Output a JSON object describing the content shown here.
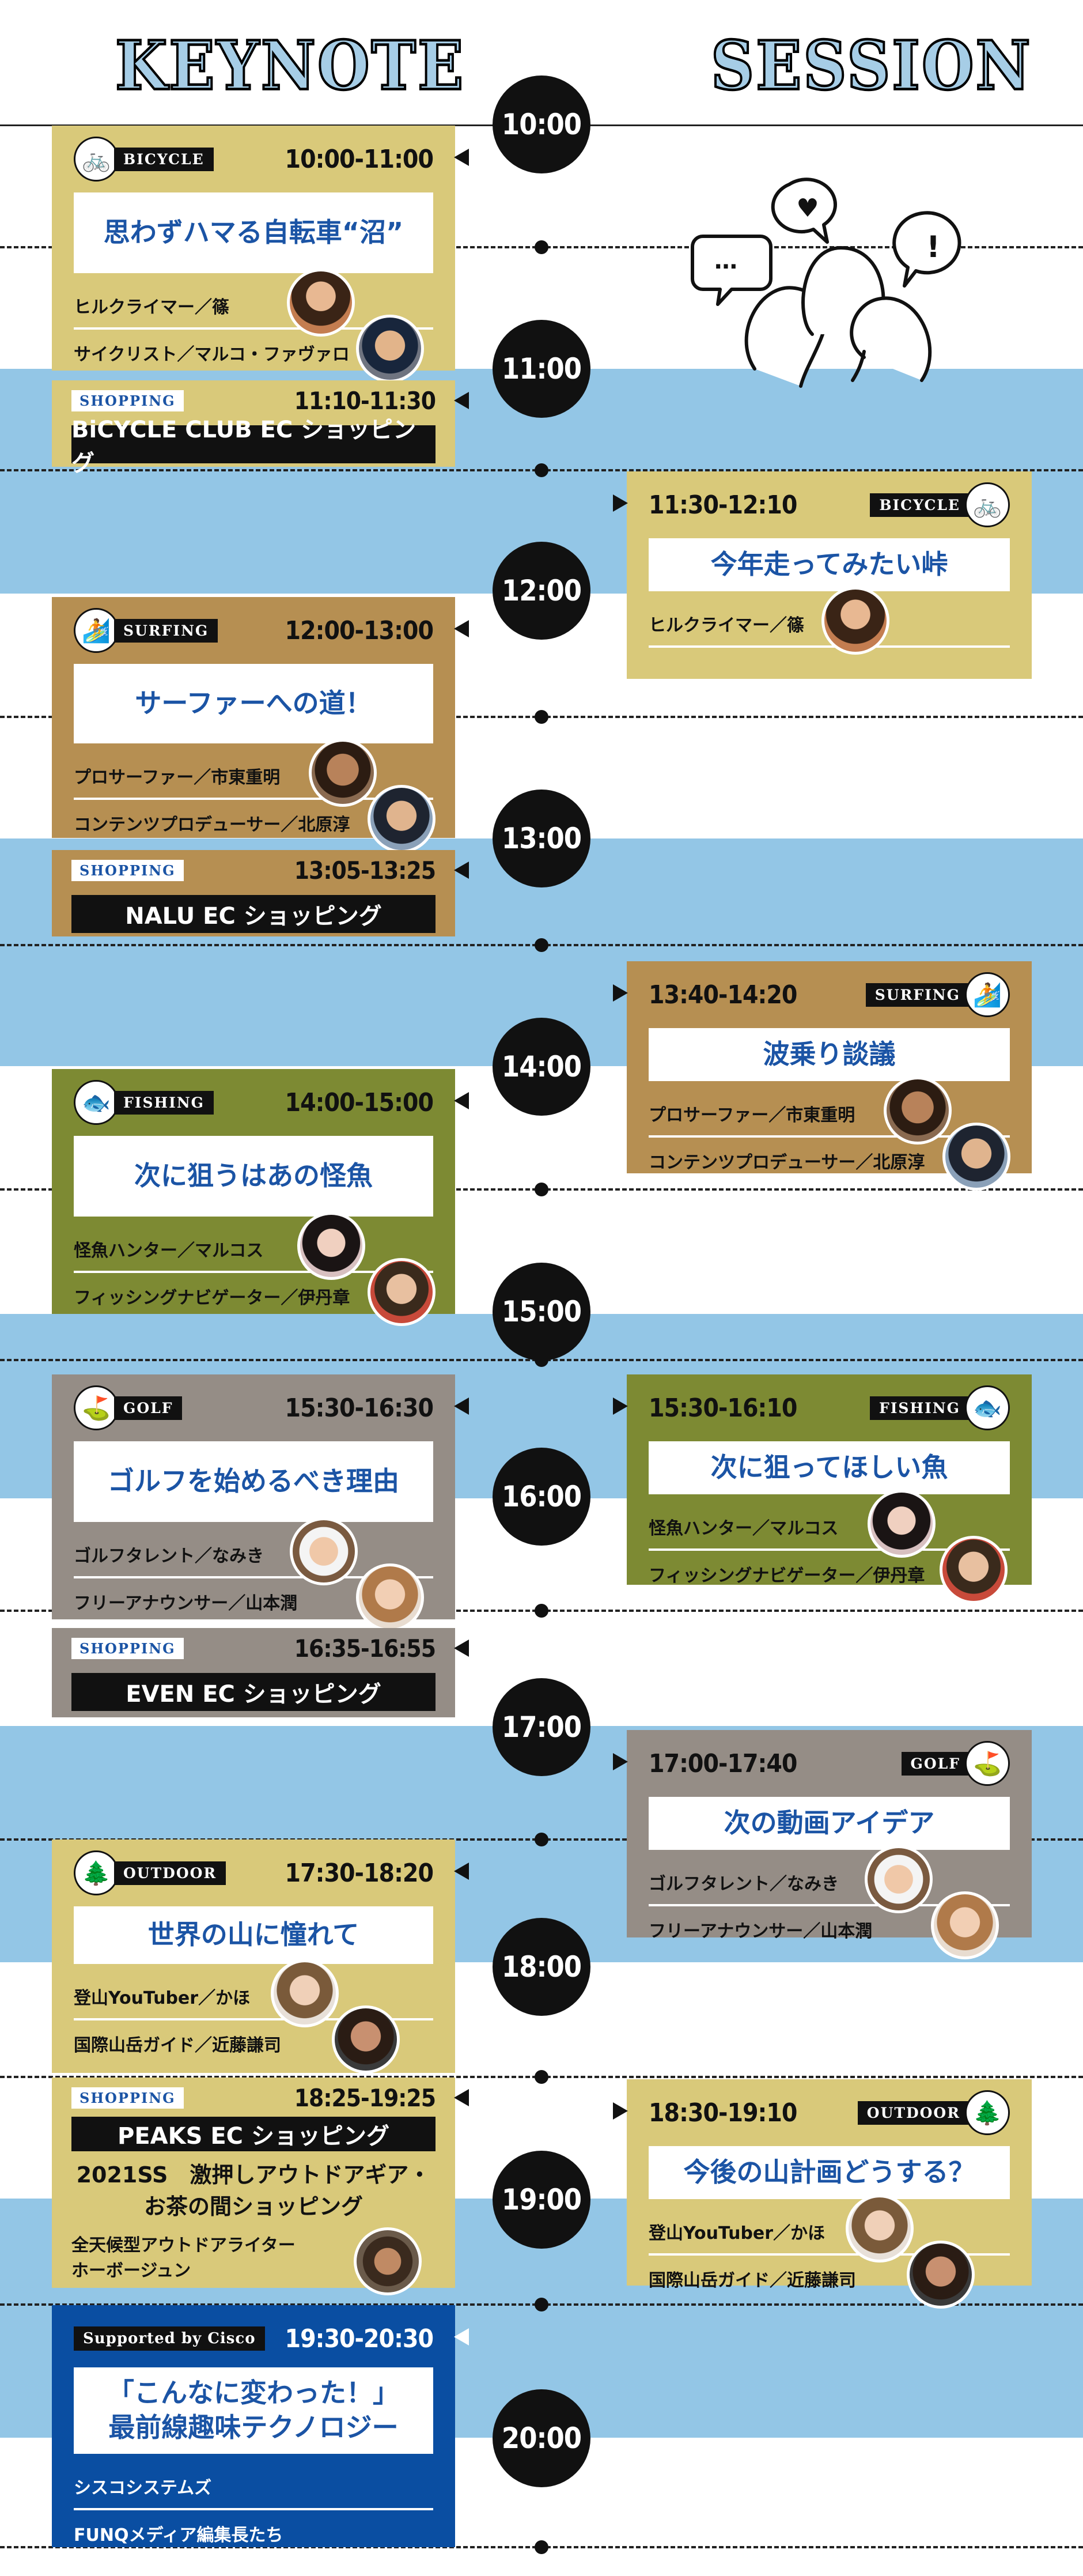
{
  "headings": {
    "keynote": "KEYNOTE",
    "session": "SESSION"
  },
  "times": [
    "10:00",
    "11:00",
    "12:00",
    "13:00",
    "14:00",
    "15:00",
    "16:00",
    "17:00",
    "18:00",
    "19:00",
    "20:00"
  ],
  "colors": {
    "bicycle": "#d9c97a",
    "surfing": "#b68f52",
    "fishing": "#7d8a33",
    "golf": "#958d86",
    "outdoor": "#d9c97a",
    "cisco": "#0a4ea2",
    "band": "#93c6e6"
  },
  "keynote": [
    {
      "category": "BICYCLE",
      "icon": "bicycle-icon",
      "time": "10:00-11:00",
      "title": "思わずハマる自転車“沼”",
      "speakers": [
        "ヒルクライマー／篠",
        "サイクリスト／マルコ・ファヴァロ"
      ]
    },
    {
      "category": "SURFING",
      "icon": "surfer-icon",
      "time": "12:00-13:00",
      "title": "サーファーへの道！",
      "speakers": [
        "プロサーファー／市東重明",
        "コンテンツプロデューサー／北原淳"
      ]
    },
    {
      "category": "FISHING",
      "icon": "fish-icon",
      "time": "14:00-15:00",
      "title": "次に狙うはあの怪魚",
      "speakers": [
        "怪魚ハンター／マルコス",
        "フィッシングナビゲーター／伊丹章"
      ]
    },
    {
      "category": "GOLF",
      "icon": "golf-icon",
      "time": "15:30-16:30",
      "title": "ゴルフを始めるべき理由",
      "speakers": [
        "ゴルフタレント／なみき",
        "フリーアナウンサー／山本潤"
      ]
    },
    {
      "category": "OUTDOOR",
      "icon": "tree-icon",
      "time": "17:30-18:20",
      "title": "世界の山に憧れて",
      "speakers": [
        "登山YouTuber／かほ",
        "国際山岳ガイド／近藤謙司"
      ]
    },
    {
      "category": "Supported by Cisco",
      "time": "19:30-20:30",
      "title1": "「こんなに変わった！」",
      "title2": "最前線趣味テクノロジー",
      "speakers": [
        "シスコシステムズ",
        "FUNQメディア編集長たち"
      ]
    }
  ],
  "shopping": [
    {
      "label": "SHOPPING",
      "time": "11:10-11:30",
      "bar": "BiCYCLE CLUB EC ショッピング"
    },
    {
      "label": "SHOPPING",
      "time": "13:05-13:25",
      "bar": "NALU EC ショッピング"
    },
    {
      "label": "SHOPPING",
      "time": "16:35-16:55",
      "bar": "EVEN EC ショッピング"
    },
    {
      "label": "SHOPPING",
      "time": "18:25-19:25",
      "bar": "PEAKS EC ショッピング",
      "line1": "2021SS　激押しアウトドアギア・",
      "line2": "お茶の間ショッピング",
      "person1": "全天候型アウトドアライター",
      "person2": "ホーボージュン"
    }
  ],
  "session": [
    {
      "category": "BICYCLE",
      "icon": "bicycle-icon",
      "time": "11:30-12:10",
      "title": "今年走ってみたい峠",
      "speakers": [
        "ヒルクライマー／篠"
      ]
    },
    {
      "category": "SURFING",
      "icon": "surfer-icon",
      "time": "13:40-14:20",
      "title": "波乗り談議",
      "speakers": [
        "プロサーファー／市東重明",
        "コンテンツプロデューサー／北原淳"
      ]
    },
    {
      "category": "FISHING",
      "icon": "fish-icon",
      "time": "15:30-16:10",
      "title": "次に狙ってほしい魚",
      "speakers": [
        "怪魚ハンター／マルコス",
        "フィッシングナビゲーター／伊丹章"
      ]
    },
    {
      "category": "GOLF",
      "icon": "golf-icon",
      "time": "17:00-17:40",
      "title": "次の動画アイデア",
      "speakers": [
        "ゴルフタレント／なみき",
        "フリーアナウンサー／山本潤"
      ]
    },
    {
      "category": "OUTDOOR",
      "icon": "tree-icon",
      "time": "18:30-19:10",
      "title": "今後の山計画どうする？",
      "speakers": [
        "登山YouTuber／かほ",
        "国際山岳ガイド／近藤謙司"
      ]
    }
  ],
  "illustration": {
    "bubbles": [
      "…",
      "♥",
      "!"
    ]
  }
}
